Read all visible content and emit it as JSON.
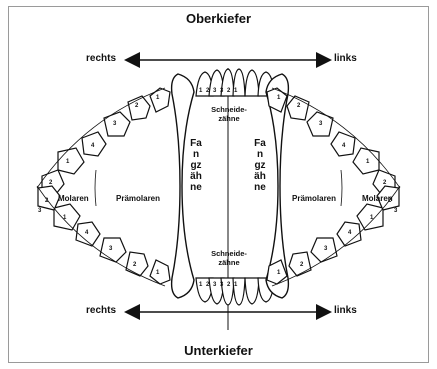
{
  "upper_jaw_label": "Oberkiefer",
  "lower_jaw_label": "Unterkiefer",
  "directions": {
    "top_left": "rechts",
    "top_right": "links",
    "bottom_left": "rechts",
    "bottom_right": "links"
  },
  "regions": {
    "incisors_upper": "Schneide-\nzähne",
    "incisors_lower": "Schneide-\nzähne",
    "canines_left": "Fangzähne",
    "canines_right": "Fangzähne",
    "premolars_left": "Prämolaren",
    "premolars_right": "Prämolaren",
    "molars_left": "Molaren",
    "molars_right": "Molaren"
  },
  "tooth_numbers": {
    "upper_incisors": "1 2 3 3 2 1",
    "lower_incisors": "1 2 3 3 2 1",
    "upper_right": [
      "1",
      "2",
      "3",
      "4",
      "1",
      "2"
    ],
    "upper_left": [
      "1",
      "2",
      "3",
      "4",
      "1",
      "2"
    ],
    "lower_right": [
      "1",
      "2",
      "3",
      "4",
      "1",
      "2",
      "3"
    ],
    "lower_left": [
      "1",
      "2",
      "3",
      "4",
      "1",
      "2",
      "3"
    ]
  },
  "icons": [
    "arrow-left-icon",
    "arrow-right-icon"
  ]
}
